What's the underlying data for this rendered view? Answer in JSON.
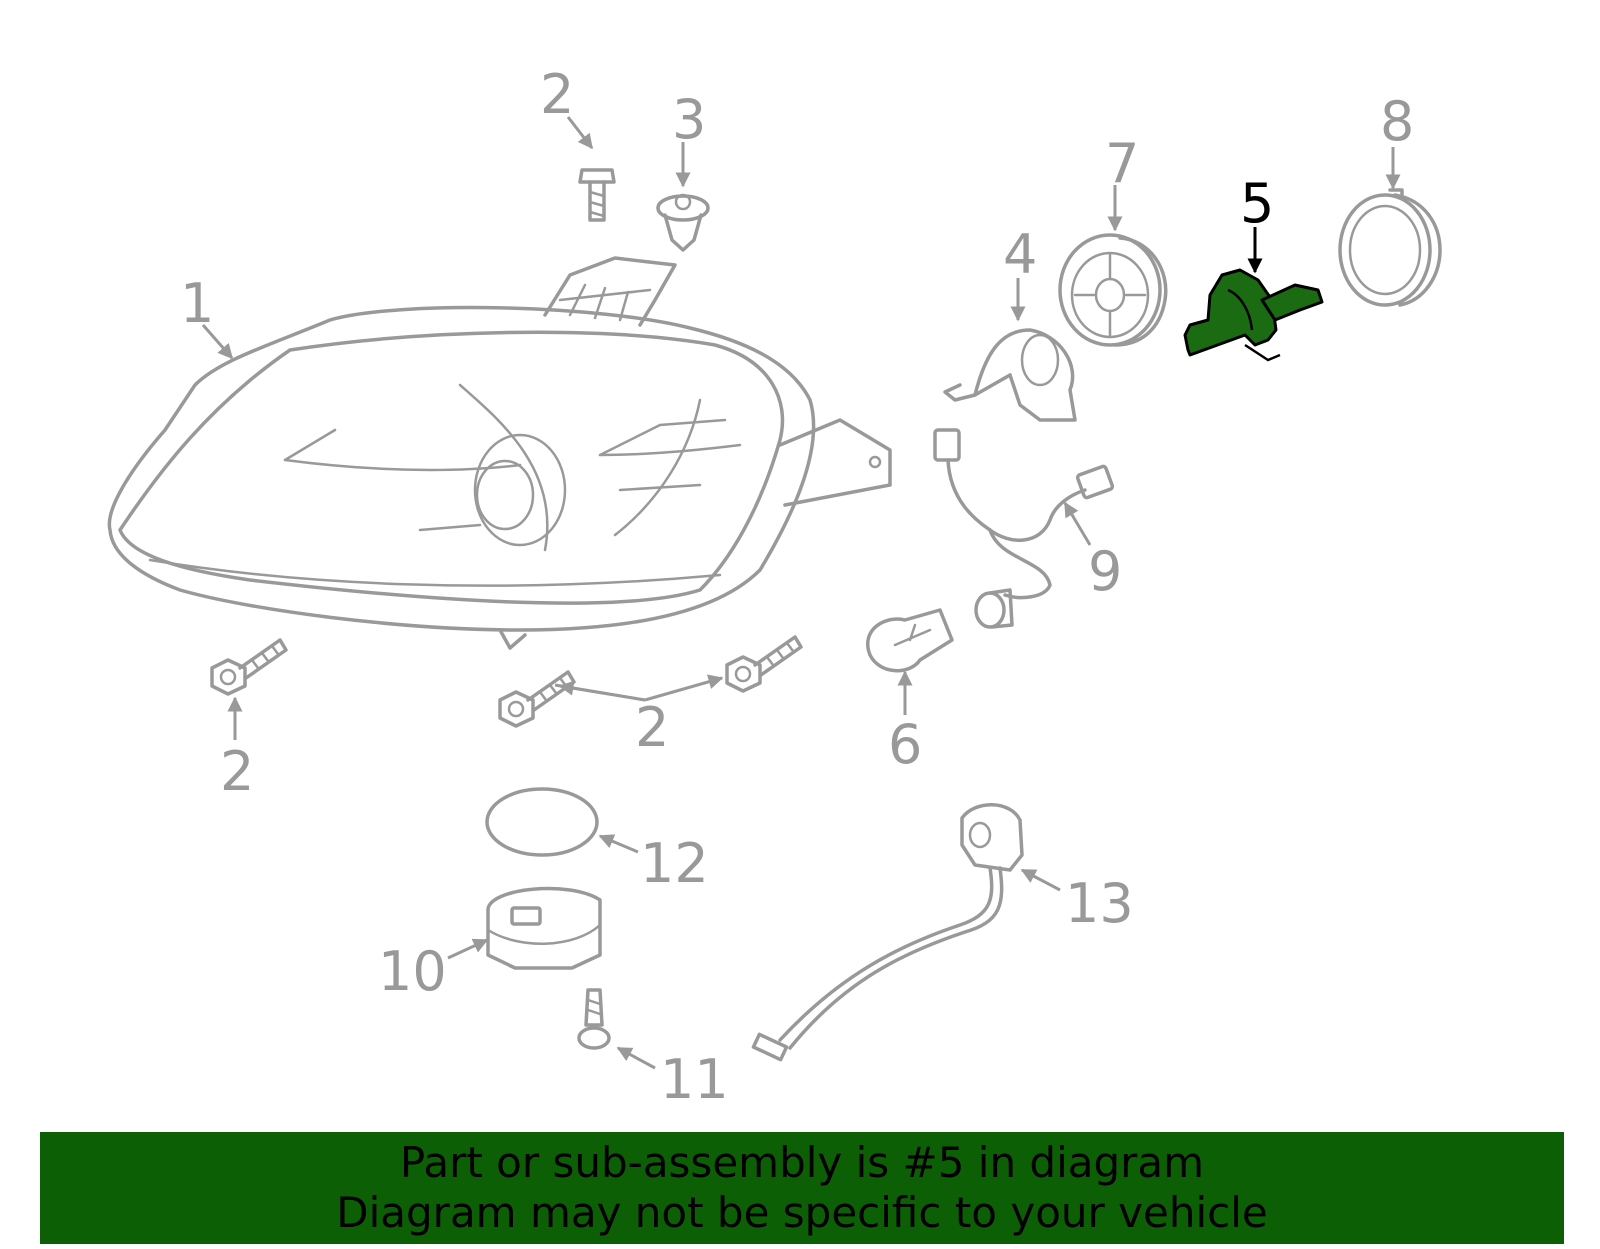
{
  "diagram": {
    "highlighted_part": "5",
    "callouts": [
      "1",
      "2",
      "3",
      "2",
      "4",
      "7",
      "5",
      "8",
      "9",
      "2",
      "2",
      "6",
      "12",
      "13",
      "10",
      "11"
    ],
    "colors": {
      "part_outline": "#999999",
      "highlight_fill": "#1a6b12",
      "highlight_outline": "#000000",
      "banner_background": "#0d5f05",
      "banner_text": "#000000"
    }
  },
  "banner": {
    "line1": "Part or sub-assembly is #5 in diagram",
    "line2": "Diagram may not be specific to your vehicle"
  }
}
